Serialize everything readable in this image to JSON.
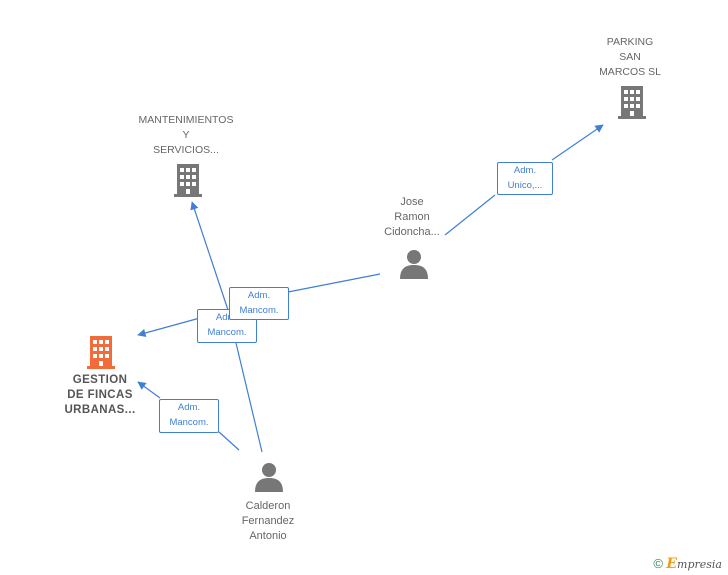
{
  "nodes": {
    "gestion": {
      "label": "GESTION\nDE FINCAS\nURBANAS...",
      "icon": "building-icon",
      "color": "#f26b3a"
    },
    "mantenimientos": {
      "label": "MANTENIMIENTOS\nY\nSERVICIOS...",
      "icon": "building-icon",
      "color": "#777777"
    },
    "parking": {
      "label": "PARKING\nSAN\nMARCOS  SL",
      "icon": "building-icon",
      "color": "#777777"
    },
    "jose": {
      "label": "Jose\nRamon\nCidoncha...",
      "icon": "person-icon",
      "color": "#777777"
    },
    "calderon": {
      "label": "Calderon\nFernandez\nAntonio",
      "icon": "person-icon",
      "color": "#777777"
    }
  },
  "edges": {
    "jose_parking": "Adm.\nUnico,...",
    "jose_gestion": "Adm.\nMancom.",
    "calderon_mant": "Adm.\nMancom.",
    "calderon_gestion": "Adm.\nMancom."
  },
  "colors": {
    "edge": "#3f7fd5"
  },
  "footer": {
    "copyright_symbol": "©",
    "brand_initial": "E",
    "brand_rest": "mpresia"
  }
}
